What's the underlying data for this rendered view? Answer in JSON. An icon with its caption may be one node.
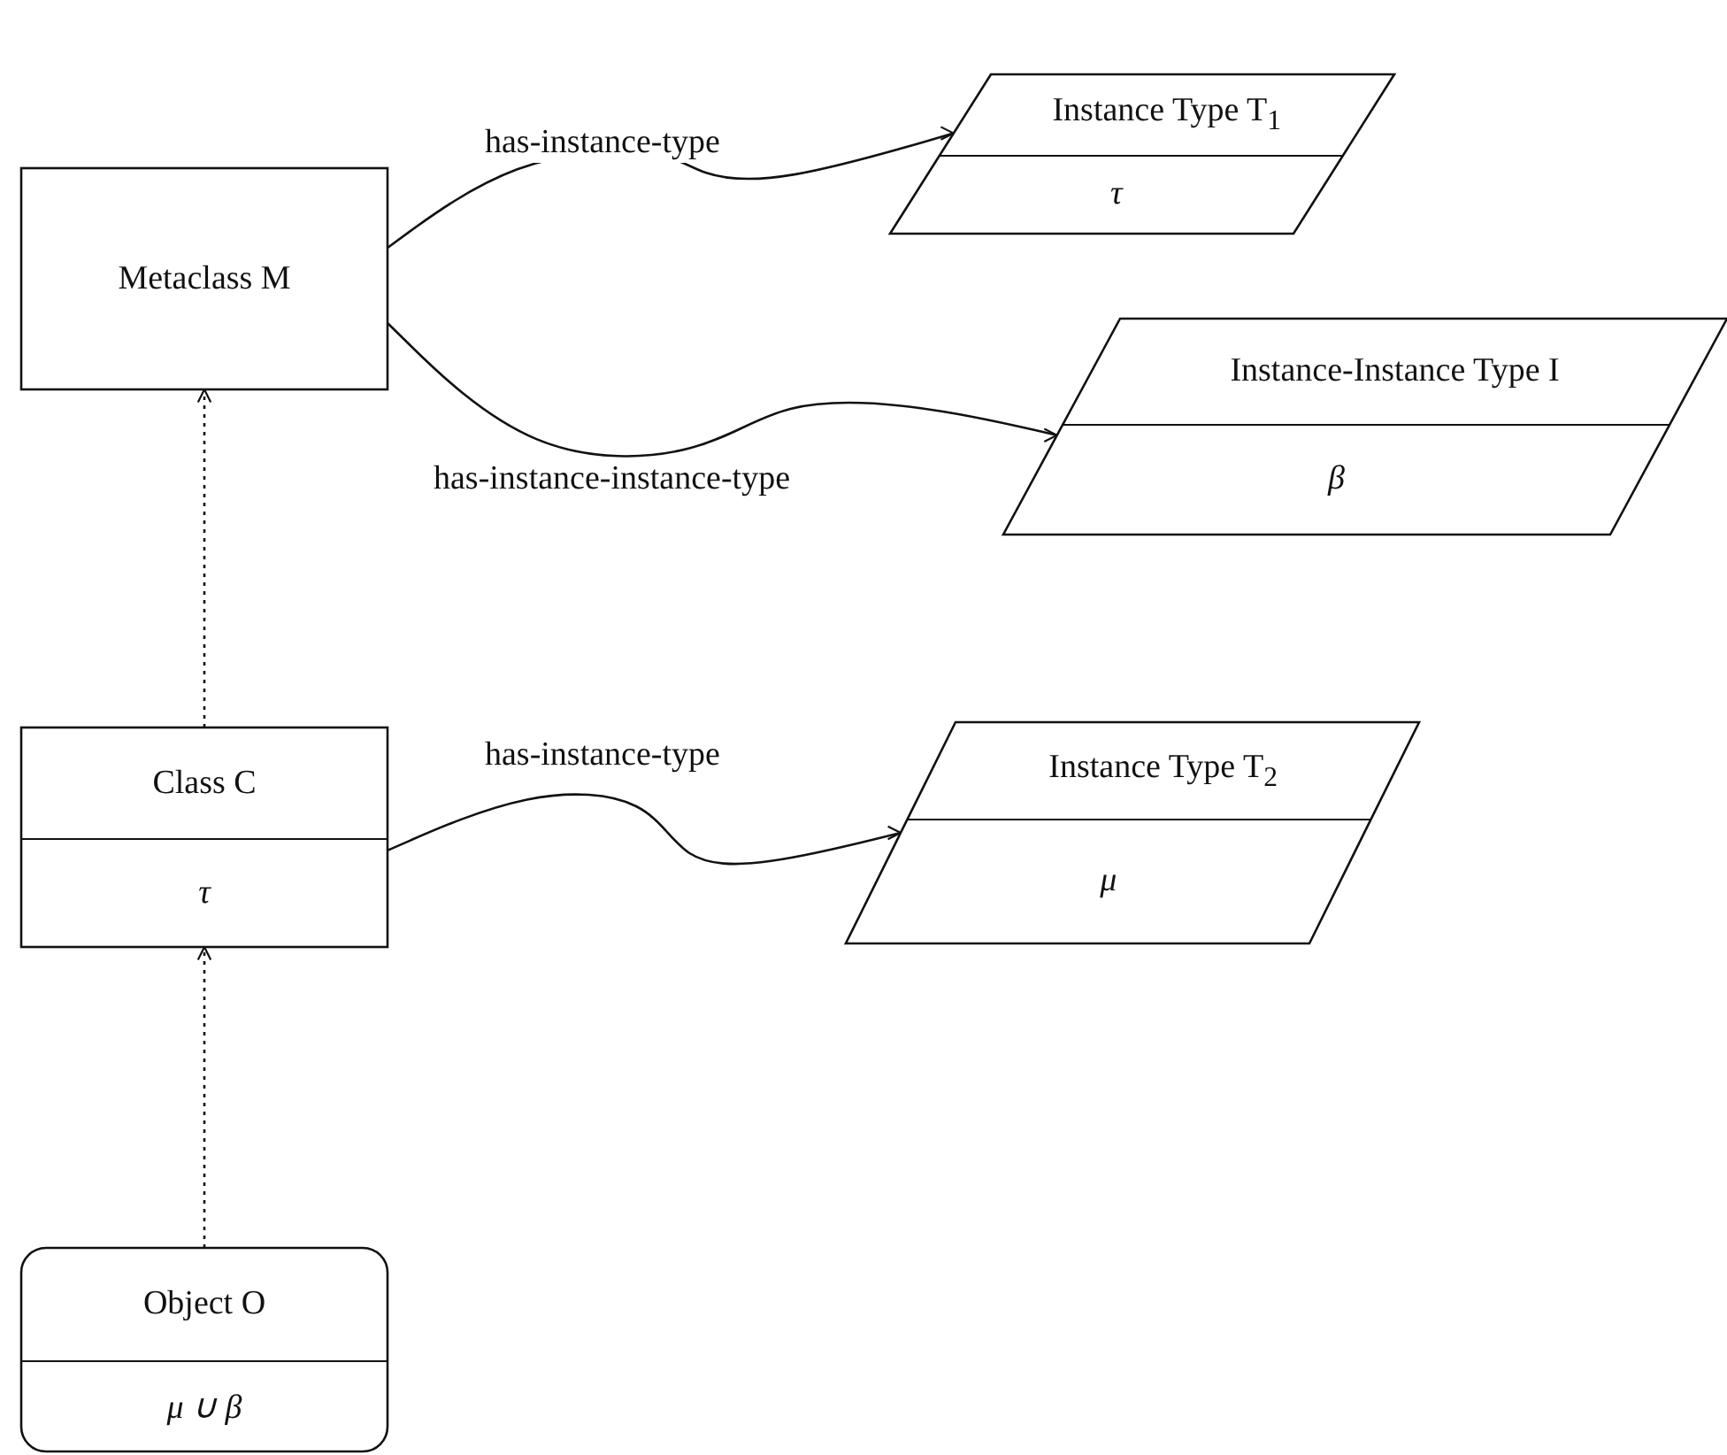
{
  "diagram": {
    "nodes": [
      {
        "text": [
          "Metaclass M"
        ]
      },
      {
        "text": [
          "Instance Type T$_{1}$",
          "τ"
        ]
      },
      {
        "text": [
          "Instance-Instance Type I",
          "β"
        ]
      },
      {
        "text": [
          "Class C",
          "τ"
        ]
      },
      {
        "text": [
          "Instance Type T$_{2}$",
          "μ"
        ]
      },
      {
        "text": [
          "Object O",
          "*μ* ∪ *β*"
        ]
      }
    ],
    "edges": [
      {
        "from": 0,
        "to": 1,
        "arrow": "to",
        "label": "has-instance-type"
      },
      {
        "from": 0,
        "to": 2,
        "arrow": "to",
        "label": "has-instance-instance-type"
      },
      {
        "from": 3,
        "to": 0,
        "arrow": "to",
        "style": "dashed"
      },
      {
        "from": 3,
        "to": 4,
        "arrow": "to",
        "label": "has-instance-type"
      },
      {
        "from": 5,
        "to": 3,
        "arrow": "to",
        "style": "dashed"
      }
    ]
  }
}
